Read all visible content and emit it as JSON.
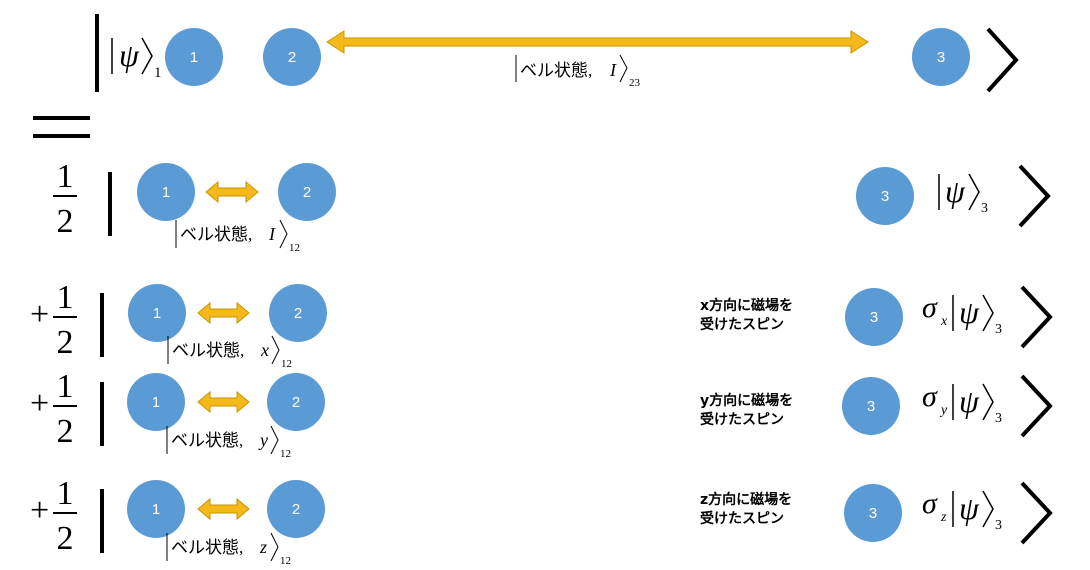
{
  "colors": {
    "particle": "#5b9bd5",
    "particle_text": "#ffffff",
    "arrow_fill": "#f5b919",
    "arrow_stroke": "#c99400",
    "ink": "#000000"
  },
  "top_row": {
    "psi_symbol": "ψ",
    "psi_subscript": "1",
    "particles": [
      "1",
      "2",
      "3"
    ],
    "bell_label": "ベル状態,",
    "bell_var": "I",
    "bell_subscript": "23"
  },
  "equals_sign": "=",
  "fraction": {
    "numerator": "1",
    "denominator": "2",
    "plus": "+"
  },
  "terms": [
    {
      "sign": "",
      "p1": "1",
      "p2": "2",
      "p3": "3",
      "bell_label": "ベル状態,",
      "bell_var": "I",
      "bell_subscript": "12",
      "field_note": "",
      "sigma": "",
      "sigma_sub": "",
      "psi_symbol": "ψ",
      "psi_subscript": "3"
    },
    {
      "sign": "+",
      "p1": "1",
      "p2": "2",
      "p3": "3",
      "bell_label": "ベル状態,",
      "bell_var": "x",
      "bell_subscript": "12",
      "field_note": "x方向に磁場を\n受けたスピン",
      "sigma": "σ",
      "sigma_sub": "x",
      "psi_symbol": "ψ",
      "psi_subscript": "3"
    },
    {
      "sign": "+",
      "p1": "1",
      "p2": "2",
      "p3": "3",
      "bell_label": "ベル状態,",
      "bell_var": "y",
      "bell_subscript": "12",
      "field_note": "y方向に磁場を\n受けたスピン",
      "sigma": "σ",
      "sigma_sub": "y",
      "psi_symbol": "ψ",
      "psi_subscript": "3"
    },
    {
      "sign": "+",
      "p1": "1",
      "p2": "2",
      "p3": "3",
      "bell_label": "ベル状態,",
      "bell_var": "z",
      "bell_subscript": "12",
      "field_note": "z方向に磁場を\n受けたスピン",
      "sigma": "σ",
      "sigma_sub": "z",
      "psi_symbol": "ψ",
      "psi_subscript": "3"
    }
  ]
}
